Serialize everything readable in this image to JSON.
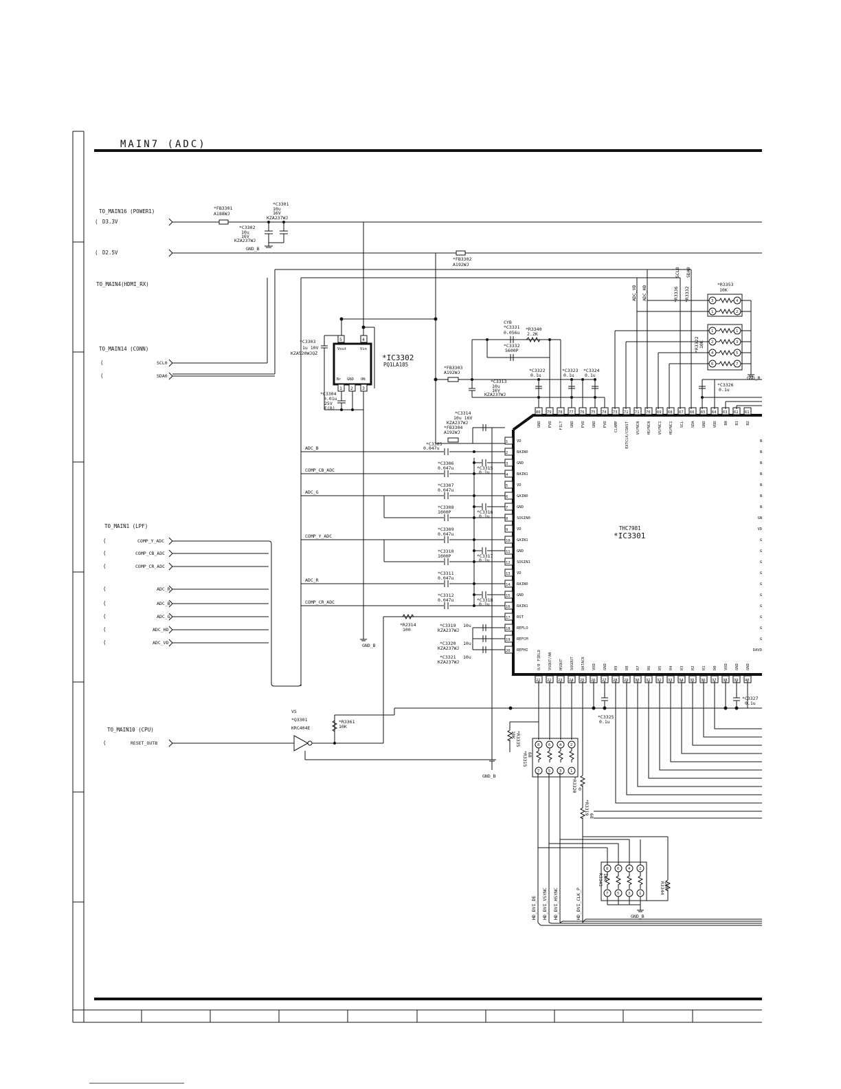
{
  "title": "MAIN7 (ADC)",
  "connectors": [
    {
      "label": "TO_MAIN16 (POWER1)"
    },
    {
      "label": "TO_MAIN4(HDMI_RX)"
    },
    {
      "label": "TO_MAIN14 (CONN)"
    },
    {
      "label": "TO_MAIN1 (LPF)"
    },
    {
      "label": "TO_MAIN10 (CPU)"
    }
  ],
  "ports": [
    {
      "label": "D3.3V"
    },
    {
      "label": "D2.5V"
    },
    {
      "label": "SCL0"
    },
    {
      "label": "SDA0"
    },
    {
      "label": "COMP_Y_ADC"
    },
    {
      "label": "COMP_CB_ADC"
    },
    {
      "label": "COMP_CR_ADC"
    },
    {
      "label": "ADC_R"
    },
    {
      "label": "ADC_B"
    },
    {
      "label": "ADC_G"
    },
    {
      "label": "ADC_HD"
    },
    {
      "label": "ADC_VD"
    },
    {
      "label": "RESET_OUTB"
    }
  ],
  "nets": [
    "ADC_B",
    "COMP_CB_ADC",
    "ADC_G",
    "COMP_Y_ADC",
    "ADC_R",
    "COMP_CR_ADC",
    "ADC_VD",
    "ADC_HD",
    "SCL0",
    "SDA0",
    "GND_B"
  ],
  "parts": {
    "fb3301": {
      "ref": "*FB3301",
      "val": "A188WJ"
    },
    "fb3302": {
      "ref": "*FB3302",
      "val": "A192WJ"
    },
    "fb3303": {
      "ref": "*FB3303",
      "val": "A192WJ"
    },
    "fb3304": {
      "ref": "*FB3304",
      "val": "A192WJ"
    },
    "c3301": {
      "ref": "*C3301",
      "val": "10u",
      "v": "16V",
      "part": "KZA237WJ"
    },
    "c3302": {
      "ref": "*C3302",
      "val": "10u",
      "v": "16V",
      "part": "KZA237WJ"
    },
    "c3303": {
      "ref": "*C3303",
      "val": "1u 10V",
      "part": "KZA520WJQZ"
    },
    "c3304": {
      "ref": "*C3304",
      "val": "0.01u",
      "v": "25V",
      "part": "F(B)"
    },
    "c3313": {
      "ref": "*C3313",
      "val": "10u",
      "v": "16V",
      "part": "KZA237WJ"
    },
    "c3314": {
      "ref": "*C3314",
      "val": "10u 16V",
      "part": "KZA237WJ"
    },
    "c3331": {
      "ref": "*C3331",
      "val": "0.056u",
      "note": "CYB"
    },
    "c3332": {
      "ref": "*C3332",
      "val": "5600P"
    },
    "r3340": {
      "ref": "*R3340",
      "val": "2.2K"
    },
    "c3322": {
      "ref": "*C3322",
      "val": "0.1u"
    },
    "c3323": {
      "ref": "*C3323",
      "val": "0.1u"
    },
    "c3324": {
      "ref": "*C3324",
      "val": "0.1u"
    },
    "c3326": {
      "ref": "*C3326",
      "val": "0.1u"
    },
    "c3327": {
      "ref": "*C3327",
      "val": "0.1u"
    },
    "c3325": {
      "ref": "*C3325",
      "val": "0.1u"
    },
    "r3353": {
      "ref": "*R3353",
      "val": "10K"
    },
    "r3322": {
      "ref": "*R3322",
      "val": "10K"
    },
    "r3336": {
      "ref": "*R3336"
    },
    "r3332": {
      "ref": "*R3332"
    },
    "r2314": {
      "ref": "*R2314",
      "val": "100"
    },
    "r3361": {
      "ref": "*R3361",
      "val": "10K"
    },
    "r3335": {
      "ref": "*R3335",
      "val": "10K"
    },
    "r3315": {
      "ref": "*R3315",
      "val": "68"
    },
    "r3320": {
      "ref": "*R3320",
      "val": "0"
    },
    "r3319": {
      "ref": "*R3319",
      "val": "68"
    },
    "r3343": {
      "ref": "R3343",
      "val": "10K"
    },
    "r3344": {
      "ref": "R3344",
      "val": "10K"
    },
    "c3319": {
      "ref": "*C3319",
      "val": "10u",
      "part": "KZA237WJ"
    },
    "c3320": {
      "ref": "*C3320",
      "val": "10u",
      "part": "KZA237WJ"
    },
    "c3321": {
      "ref": "*C3321",
      "val": "10u",
      "part": "KZA237WJ"
    },
    "q3301": {
      "ref": "*Q3301",
      "val": "KRC404E",
      "note": "VS"
    }
  },
  "input_caps": [
    {
      "ref": "*C3305",
      "val": "0.047u"
    },
    {
      "ref": "*C3306",
      "val": "0.047u"
    },
    {
      "ref": "*C3307",
      "val": "0.047u"
    },
    {
      "ref": "*C3308",
      "val": "1000P"
    },
    {
      "ref": "*C3309",
      "val": "0.047u"
    },
    {
      "ref": "*C3310",
      "val": "1000P"
    },
    {
      "ref": "*C3311",
      "val": "0.047u"
    },
    {
      "ref": "*C3312",
      "val": "0.047u"
    }
  ],
  "bypass_caps": [
    {
      "ref": "*C3315",
      "val": "0.1u"
    },
    {
      "ref": "*C3316",
      "val": "0.1u"
    },
    {
      "ref": "*C3317",
      "val": "0.1u"
    },
    {
      "ref": "*C3318",
      "val": "0.1u"
    }
  ],
  "ic3302": {
    "ref": "*IC3302",
    "part": "PQ1LA185",
    "pins": [
      "Vout",
      "Vin",
      "Nr",
      "GND",
      "ON"
    ],
    "pin_nums": [
      "5",
      "4",
      "1",
      "2",
      "3"
    ]
  },
  "ic3301": {
    "ref": "*IC3301",
    "part": "THC7981"
  },
  "left_pins": [
    {
      "n": "1",
      "name": "VD"
    },
    {
      "n": "2",
      "name": "BAIN0"
    },
    {
      "n": "3",
      "name": "GND"
    },
    {
      "n": "4",
      "name": "BAIN1"
    },
    {
      "n": "5",
      "name": "VD"
    },
    {
      "n": "6",
      "name": "GAIN0"
    },
    {
      "n": "7",
      "name": "GND"
    },
    {
      "n": "8",
      "name": "SOGIN0"
    },
    {
      "n": "9",
      "name": "VD"
    },
    {
      "n": "10",
      "name": "GAIN1"
    },
    {
      "n": "11",
      "name": "GND"
    },
    {
      "n": "12",
      "name": "SOGIN1"
    },
    {
      "n": "13",
      "name": "VD"
    },
    {
      "n": "14",
      "name": "RAIN0"
    },
    {
      "n": "15",
      "name": "GND"
    },
    {
      "n": "16",
      "name": "RAIN1"
    },
    {
      "n": "17",
      "name": "RST"
    },
    {
      "n": "18",
      "name": "REFLO"
    },
    {
      "n": "19",
      "name": "REFCM"
    },
    {
      "n": "20",
      "name": "REFHI"
    }
  ],
  "top_pins": [
    {
      "n": "80",
      "name": "GND"
    },
    {
      "n": "79",
      "name": "PVD"
    },
    {
      "n": "78",
      "name": "FILT"
    },
    {
      "n": "77",
      "name": "GND"
    },
    {
      "n": "76",
      "name": "PVD"
    },
    {
      "n": "75",
      "name": "GND"
    },
    {
      "n": "74",
      "name": "PVD"
    },
    {
      "n": "73",
      "name": "CLAMP"
    },
    {
      "n": "72",
      "name": "EXTCLK/COAST"
    },
    {
      "n": "71",
      "name": "VSYNC0"
    },
    {
      "n": "70",
      "name": "HSYNC0"
    },
    {
      "n": "69",
      "name": "VSYNC1"
    },
    {
      "n": "68",
      "name": "HSYNC1"
    },
    {
      "n": "67",
      "name": "SCL"
    },
    {
      "n": "66",
      "name": "SDA"
    },
    {
      "n": "65",
      "name": "GND"
    },
    {
      "n": "64",
      "name": "VDD"
    },
    {
      "n": "63",
      "name": "B0"
    },
    {
      "n": "62",
      "name": "B1"
    },
    {
      "n": "61",
      "name": "B2"
    }
  ],
  "bottom_pins": [
    {
      "n": "21",
      "name": "O/E FIELD"
    },
    {
      "n": "22",
      "name": "VSOUT/A0"
    },
    {
      "n": "23",
      "name": "HSOUT"
    },
    {
      "n": "24",
      "name": "SOGOUT"
    },
    {
      "n": "25",
      "name": "DATACK"
    },
    {
      "n": "26",
      "name": "VDD"
    },
    {
      "n": "27",
      "name": "GND"
    },
    {
      "n": "28",
      "name": "R9"
    },
    {
      "n": "29",
      "name": "R8"
    },
    {
      "n": "30",
      "name": "R7"
    },
    {
      "n": "31",
      "name": "R6"
    },
    {
      "n": "32",
      "name": "R5"
    },
    {
      "n": "33",
      "name": "R4"
    },
    {
      "n": "34",
      "name": "R3"
    },
    {
      "n": "35",
      "name": "R2"
    },
    {
      "n": "36",
      "name": "R1"
    },
    {
      "n": "37",
      "name": "R0"
    },
    {
      "n": "38",
      "name": "VDD"
    },
    {
      "n": "39",
      "name": "GND"
    },
    {
      "n": "40",
      "name": "GND"
    }
  ],
  "right_pins": [
    "B",
    "B",
    "B",
    "B",
    "B",
    "B",
    "B",
    "GN",
    "VD",
    "G",
    "G",
    "G",
    "G",
    "G",
    "G",
    "G",
    "G",
    "G",
    "G",
    "DAVD"
  ],
  "out_signals": [
    "HD_DVI_DE",
    "HD_DVI_VSYNC",
    "HD_DVI_HSYNC",
    "HD_DVI_CLK_P"
  ],
  "vertical_tags": [
    "ADC_VD",
    "ADC_HD",
    "SCL0",
    "SDA0"
  ]
}
